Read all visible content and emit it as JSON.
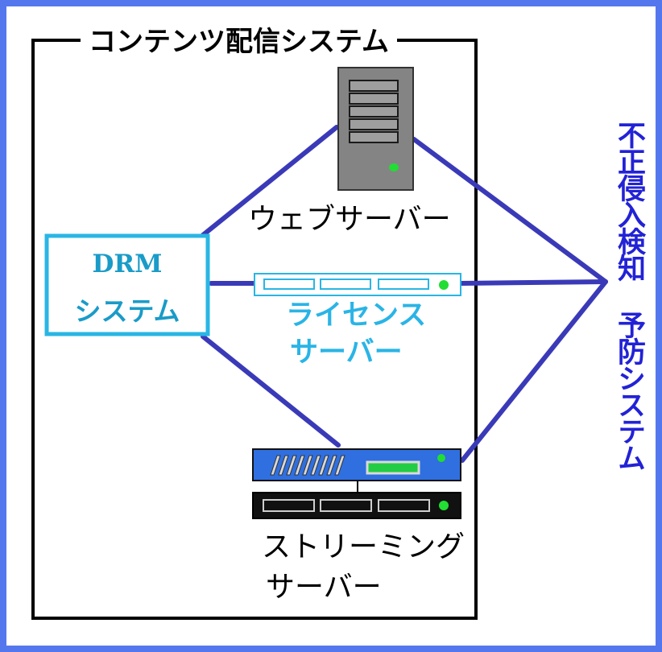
{
  "system_title": "コンテンツ配信システム",
  "web_server": {
    "label": "ウェブサーバー"
  },
  "drm_system": {
    "title": "DRM",
    "subtitle": "システム"
  },
  "license_server": {
    "label_line1": "ライセンス",
    "label_line2": "サーバー"
  },
  "streaming_server": {
    "label_line1": "ストリーミング",
    "label_line2": "サーバー"
  },
  "ids_system": {
    "label": "不正侵入検知 予防システム"
  },
  "colors": {
    "outer_border": "#5577ee",
    "link_line": "#3a3ab8",
    "drm_accent": "#29b6e4",
    "ids_text": "#2222d6",
    "streaming_top_unit": "#2f6fe0"
  }
}
